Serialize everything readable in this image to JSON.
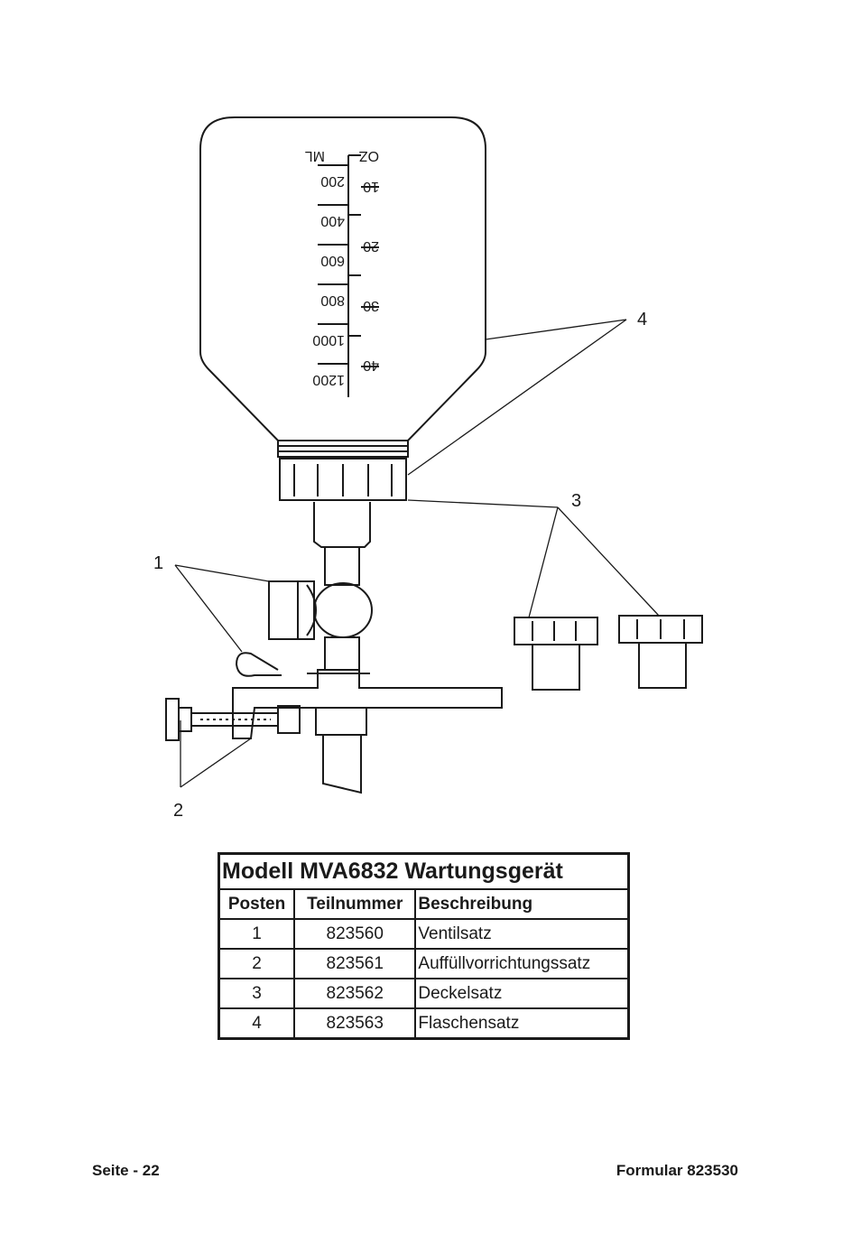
{
  "diagram": {
    "callouts": [
      "1",
      "2",
      "3",
      "4"
    ],
    "scale_ml": {
      "unit": "ML",
      "marks": [
        "200",
        "400",
        "600",
        "800",
        "1000",
        "1200"
      ]
    },
    "scale_oz": {
      "unit": "OZ",
      "marks": [
        "10",
        "20",
        "30",
        "40"
      ]
    }
  },
  "table": {
    "title": "Modell MVA6832 Wartungsgerät",
    "headers": [
      "Posten",
      "Teilnummer",
      "Beschreibung"
    ],
    "rows": [
      [
        "1",
        "823560",
        "Ventilsatz"
      ],
      [
        "2",
        "823561",
        "Auffüllvorrichtungssatz"
      ],
      [
        "3",
        "823562",
        "Deckelsatz"
      ],
      [
        "4",
        "823563",
        "Flaschensatz"
      ]
    ]
  },
  "footer": {
    "left": "Seite - 22",
    "right": "Formular 823530"
  }
}
